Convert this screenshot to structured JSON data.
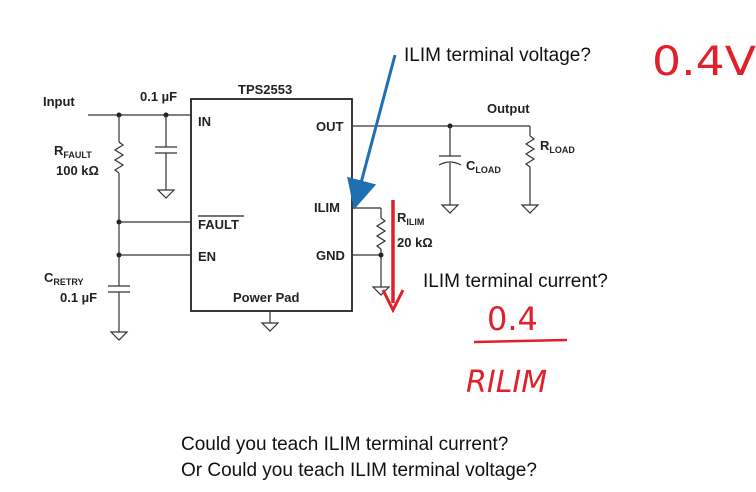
{
  "circuit": {
    "ic_name": "TPS2553",
    "pins": {
      "in": "IN",
      "out": "OUT",
      "ilim": "ILIM",
      "fault": "FAULT",
      "en": "EN",
      "gnd": "GND",
      "pad": "Power Pad"
    },
    "input_label": "Input",
    "output_label": "Output",
    "cin_value": "0.1 µF",
    "rfault": {
      "main": "R",
      "sub": "FAULT",
      "value": "100 kΩ"
    },
    "cretry": {
      "main": "C",
      "sub": "RETRY",
      "value": "0.1 µF"
    },
    "rilim": {
      "main": "R",
      "sub": "ILIM",
      "value": "20 kΩ"
    },
    "cload": {
      "main": "C",
      "sub": "LOAD"
    },
    "rload": {
      "main": "R",
      "sub": "LOAD"
    }
  },
  "annotations": {
    "voltage_question": "ILIM terminal voltage?",
    "current_question": "ILIM terminal current?",
    "handwritten_voltage": "0.4V",
    "handwritten_numerator": "0.4",
    "handwritten_denominator": "RILIM",
    "arrow_colors": {
      "voltage_arrow": "#1f6fb5",
      "current_arrow": "#e0202a"
    }
  },
  "questions": {
    "line1": "Could you teach ILIM terminal current?",
    "line2": "Or Could you teach ILIM terminal voltage?"
  }
}
